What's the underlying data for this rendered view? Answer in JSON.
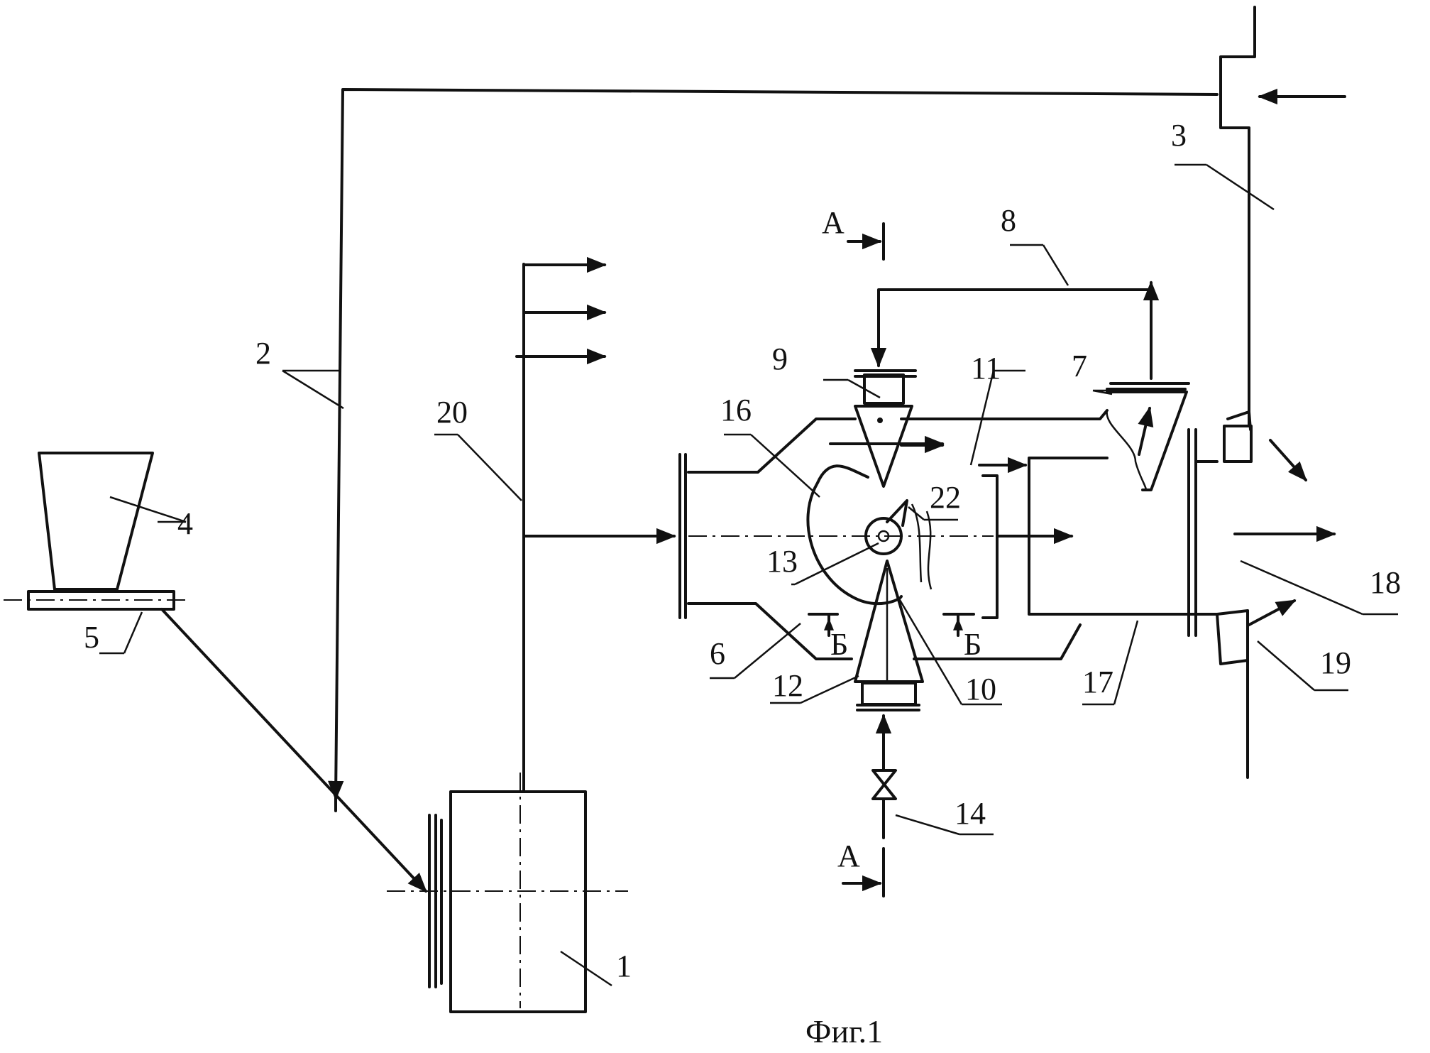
{
  "figure": {
    "caption": "Фиг.1",
    "labels": {
      "l1": "1",
      "l2": "2",
      "l3": "3",
      "l4": "4",
      "l5": "5",
      "l6": "6",
      "l7": "7",
      "l8": "8",
      "l9": "9",
      "l10": "10",
      "l11": "11",
      "l12": "12",
      "l13": "13",
      "l14": "14",
      "l16": "16",
      "l17": "17",
      "l18": "18",
      "l19": "19",
      "l20": "20",
      "l22": "22"
    },
    "section_marks": {
      "a_top": "А",
      "a_bottom": "А",
      "b_left": "Б",
      "b_right": "Б"
    }
  }
}
